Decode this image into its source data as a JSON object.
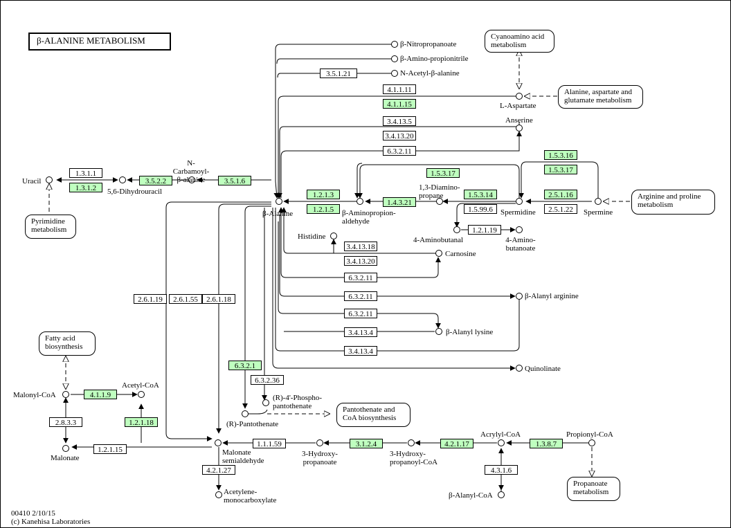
{
  "title": "β-ALANINE METABOLISM",
  "footer": {
    "code": "00410 2/10/15",
    "copyright": "(c) Kanehisa Laboratories"
  },
  "compounds": {
    "nitropropanoate": "β-Nitropropanoate",
    "aminopropionitrile": "β-Amino-propionitrile",
    "acetyl_beta_alanine": "N-Acetyl-β-alanine",
    "l_aspartate": "L-Aspartate",
    "anserine": "Anserine",
    "uracil": "Uracil",
    "dihydrouracil": "5,6-Dihydrouracil",
    "carbamoyl_beta_alanine": "N-Carbamoyl-\nβ-alanine",
    "beta_alanine": "β-Alanine",
    "aminopropionaldehyde": "β-Aminopropion-\naldehyde",
    "diaminopropane": "1,3-Diamino-\npropane",
    "spermidine": "Spermidine",
    "spermine": "Spermine",
    "aminobutanal": "4-Aminobutanal",
    "aminobutanoate": "4-Amino-\nbutanoate",
    "histidine": "Histidine",
    "carnosine": "Carnosine",
    "alanyl_arginine": "β-Alanyl arginine",
    "alanyl_lysine": "β-Alanyl lysine",
    "quinolinate": "Quinolinate",
    "malonyl_coa": "Malonyl-CoA",
    "acetyl_coa": "Acetyl-CoA",
    "malonate": "Malonate",
    "phosphopantothenate": "(R)-4'-Phospho-\npantothenate",
    "pantothenate": "(R)-Pantothenate",
    "malonate_semialdehyde": "Malonate\nsemialdehyde",
    "hydroxypropanoate": "3-Hydroxy-\npropanoate",
    "hydroxypropanoyl_coa": "3-Hydroxy-\npropanoyl-CoA",
    "acrylyl_coa": "Acrylyl-CoA",
    "propionyl_coa": "Propionyl-CoA",
    "beta_alanyl_coa": "β-Alanyl-CoA",
    "acetylene_monocarboxylate": "Acetylene-\nmonocarboxylate"
  },
  "maps": {
    "cyanoamino": "Cyanoamino acid\nmetabolism",
    "ala_asp_glu": "Alanine, aspartate and\nglutamate metabolism",
    "arg_pro": "Arginine and proline\nmetabolism",
    "pyrimidine": "Pyrimidine\nmetabolism",
    "fatty_acid": "Fatty acid\nbiosynthesis",
    "pantothenate_coa": "Pantothenate and\nCoA biosynthesis",
    "propanoate": "Propanoate\nmetabolism"
  },
  "enzymes": {
    "e_3_5_1_21": "3.5.1.21",
    "e_4_1_1_11": "4.1.1.11",
    "e_4_1_1_15": "4.1.1.15",
    "e_3_4_13_5_a": "3.4.13.5",
    "e_3_4_13_20_a": "3.4.13.20",
    "e_6_3_2_11_a": "6.3.2.11",
    "e_1_3_1_1": "1.3.1.1",
    "e_1_3_1_2": "1.3.1.2",
    "e_3_5_2_2": "3.5.2.2",
    "e_3_5_1_6": "3.5.1.6",
    "e_1_5_3_16": "1.5.3.16",
    "e_1_5_3_17_a": "1.5.3.17",
    "e_1_5_3_17_b": "1.5.3.17",
    "e_1_2_1_3": "1.2.1.3",
    "e_1_2_1_5": "1.2.1.5",
    "e_1_4_3_21": "1.4.3.21",
    "e_1_5_3_14": "1.5.3.14",
    "e_1_5_99_6": "1.5.99.6",
    "e_2_5_1_16": "2.5.1.16",
    "e_2_5_1_22": "2.5.1.22",
    "e_1_2_1_19": "1.2.1.19",
    "e_3_4_13_18": "3.4.13.18",
    "e_3_4_13_20_b": "3.4.13.20",
    "e_6_3_2_11_b": "6.3.2.11",
    "e_6_3_2_11_c": "6.3.2.11",
    "e_6_3_2_11_d": "6.3.2.11",
    "e_3_4_13_4_a": "3.4.13.4",
    "e_3_4_13_4_b": "3.4.13.4",
    "e_2_6_1_19": "2.6.1.19",
    "e_2_6_1_55": "2.6.1.55",
    "e_2_6_1_18": "2.6.1.18",
    "e_6_3_2_1": "6.3.2.1",
    "e_6_3_2_36": "6.3.2.36",
    "e_4_1_1_9": "4.1.1.9",
    "e_2_8_3_3": "2.8.3.3",
    "e_1_2_1_18": "1.2.1.18",
    "e_1_2_1_15": "1.2.1.15",
    "e_1_1_1_59": "1.1.1.59",
    "e_3_1_2_4": "3.1.2.4",
    "e_4_2_1_17": "4.2.1.17",
    "e_1_3_8_7": "1.3.8.7",
    "e_4_3_1_6": "4.3.1.6",
    "e_4_2_1_27": "4.2.1.27"
  },
  "colors": {
    "highlight": "#bfffbf",
    "line": "#000000",
    "background": "#ffffff"
  }
}
